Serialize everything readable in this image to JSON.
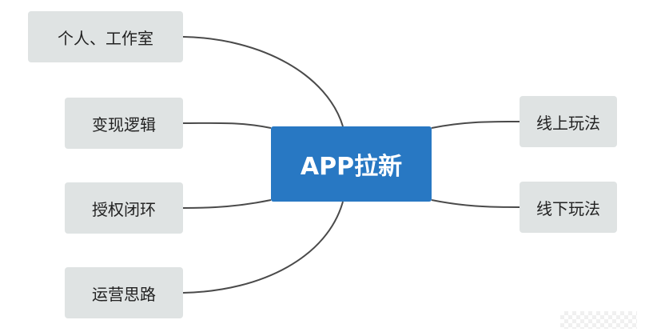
{
  "center": {
    "label": "APP拉新"
  },
  "left_branches": [
    {
      "label": "个人、工作室"
    },
    {
      "label": "变现逻辑"
    },
    {
      "label": "授权闭环"
    },
    {
      "label": "运营思路"
    }
  ],
  "right_branches": [
    {
      "label": "线上玩法"
    },
    {
      "label": "线下玩法"
    }
  ],
  "colors": {
    "center_fill": "#2878c3",
    "center_text": "#ffffff",
    "branch_fill": "#dfe3e3",
    "branch_text": "#222222",
    "connector": "#4a4a4a",
    "background": "#ffffff"
  }
}
